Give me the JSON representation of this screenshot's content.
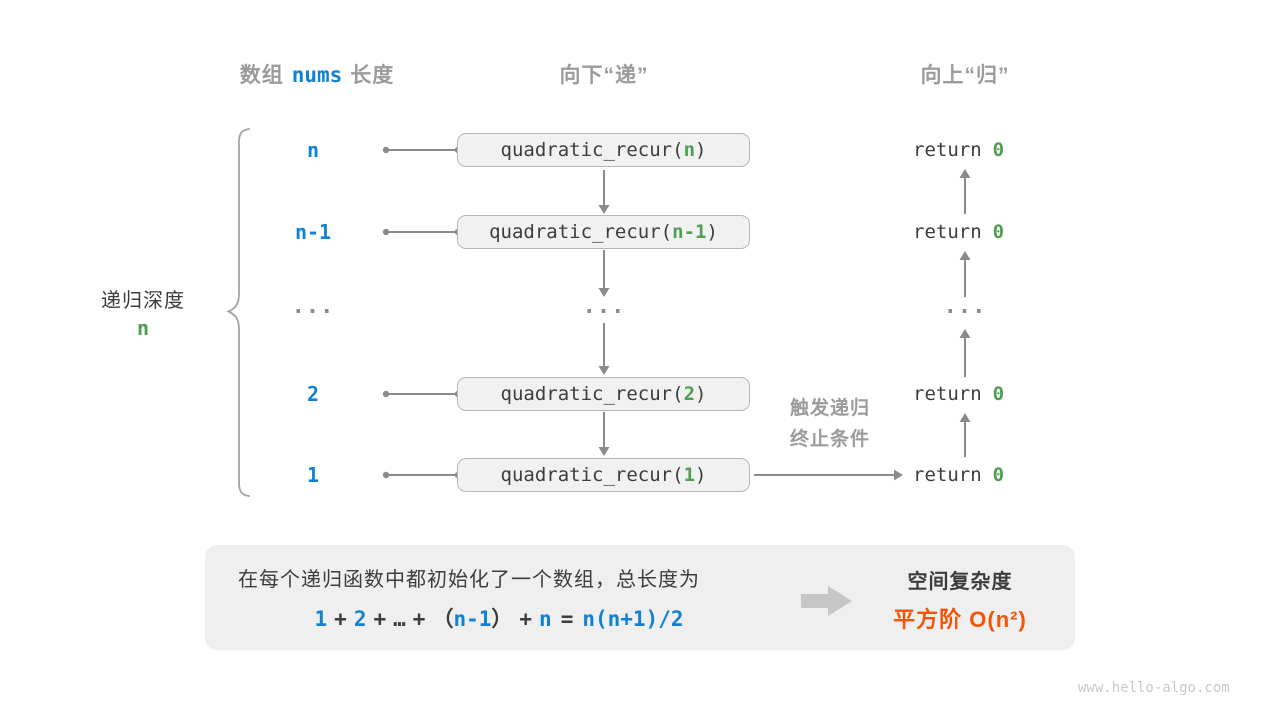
{
  "headers": {
    "array_prefix": "数组",
    "array_code": "nums",
    "array_suffix": "长度",
    "down": "向下“递”",
    "up": "向上“归”"
  },
  "depth_label": {
    "title": "递归深度",
    "value": "n"
  },
  "rows": [
    {
      "length": "n",
      "call_fn": "quadratic_recur(",
      "call_arg": "n",
      "call_close": ")",
      "return_kw": "return",
      "return_val": "0"
    },
    {
      "length": "n-1",
      "call_fn": "quadratic_recur(",
      "call_arg": "n-1",
      "call_close": ")",
      "return_kw": "return",
      "return_val": "0"
    },
    {
      "ellipsis_left": "...",
      "ellipsis_mid": "...",
      "ellipsis_right": "..."
    },
    {
      "length": "2",
      "call_fn": "quadratic_recur(",
      "call_arg": "2",
      "call_close": ")",
      "return_kw": "return",
      "return_val": "0"
    },
    {
      "length": "1",
      "call_fn": "quadratic_recur(",
      "call_arg": "1",
      "call_close": ")",
      "return_kw": "return",
      "return_val": "0"
    }
  ],
  "base_case_label": {
    "line1": "触发递归",
    "line2": "终止条件"
  },
  "summary": {
    "description": "在每个递归函数中都初始化了一个数组，总长度为",
    "formula": {
      "t1": "1",
      "op1": "+",
      "t2": "2",
      "op2": "+",
      "dots": "…",
      "op3": "+",
      "paren_open": "（",
      "t3": "n-1",
      "paren_close": "）",
      "op4": "+",
      "t4": "n",
      "eq": "=",
      "result": "n(n+1)/2"
    },
    "complexity_title": "空间复杂度",
    "complexity_value": "平方阶 O(n²)"
  },
  "watermark": "www.hello-algo.com",
  "colors": {
    "blue": "#1181d2",
    "green": "#4f9e51",
    "orange": "#f3540a",
    "gray_label": "#9b9b9b",
    "dark_text": "#3d3d3d",
    "arrow": "#8b8b8b",
    "box_fill": "#f1f1f1",
    "box_border": "#b7b7b7",
    "panel_fill": "#efefef"
  }
}
